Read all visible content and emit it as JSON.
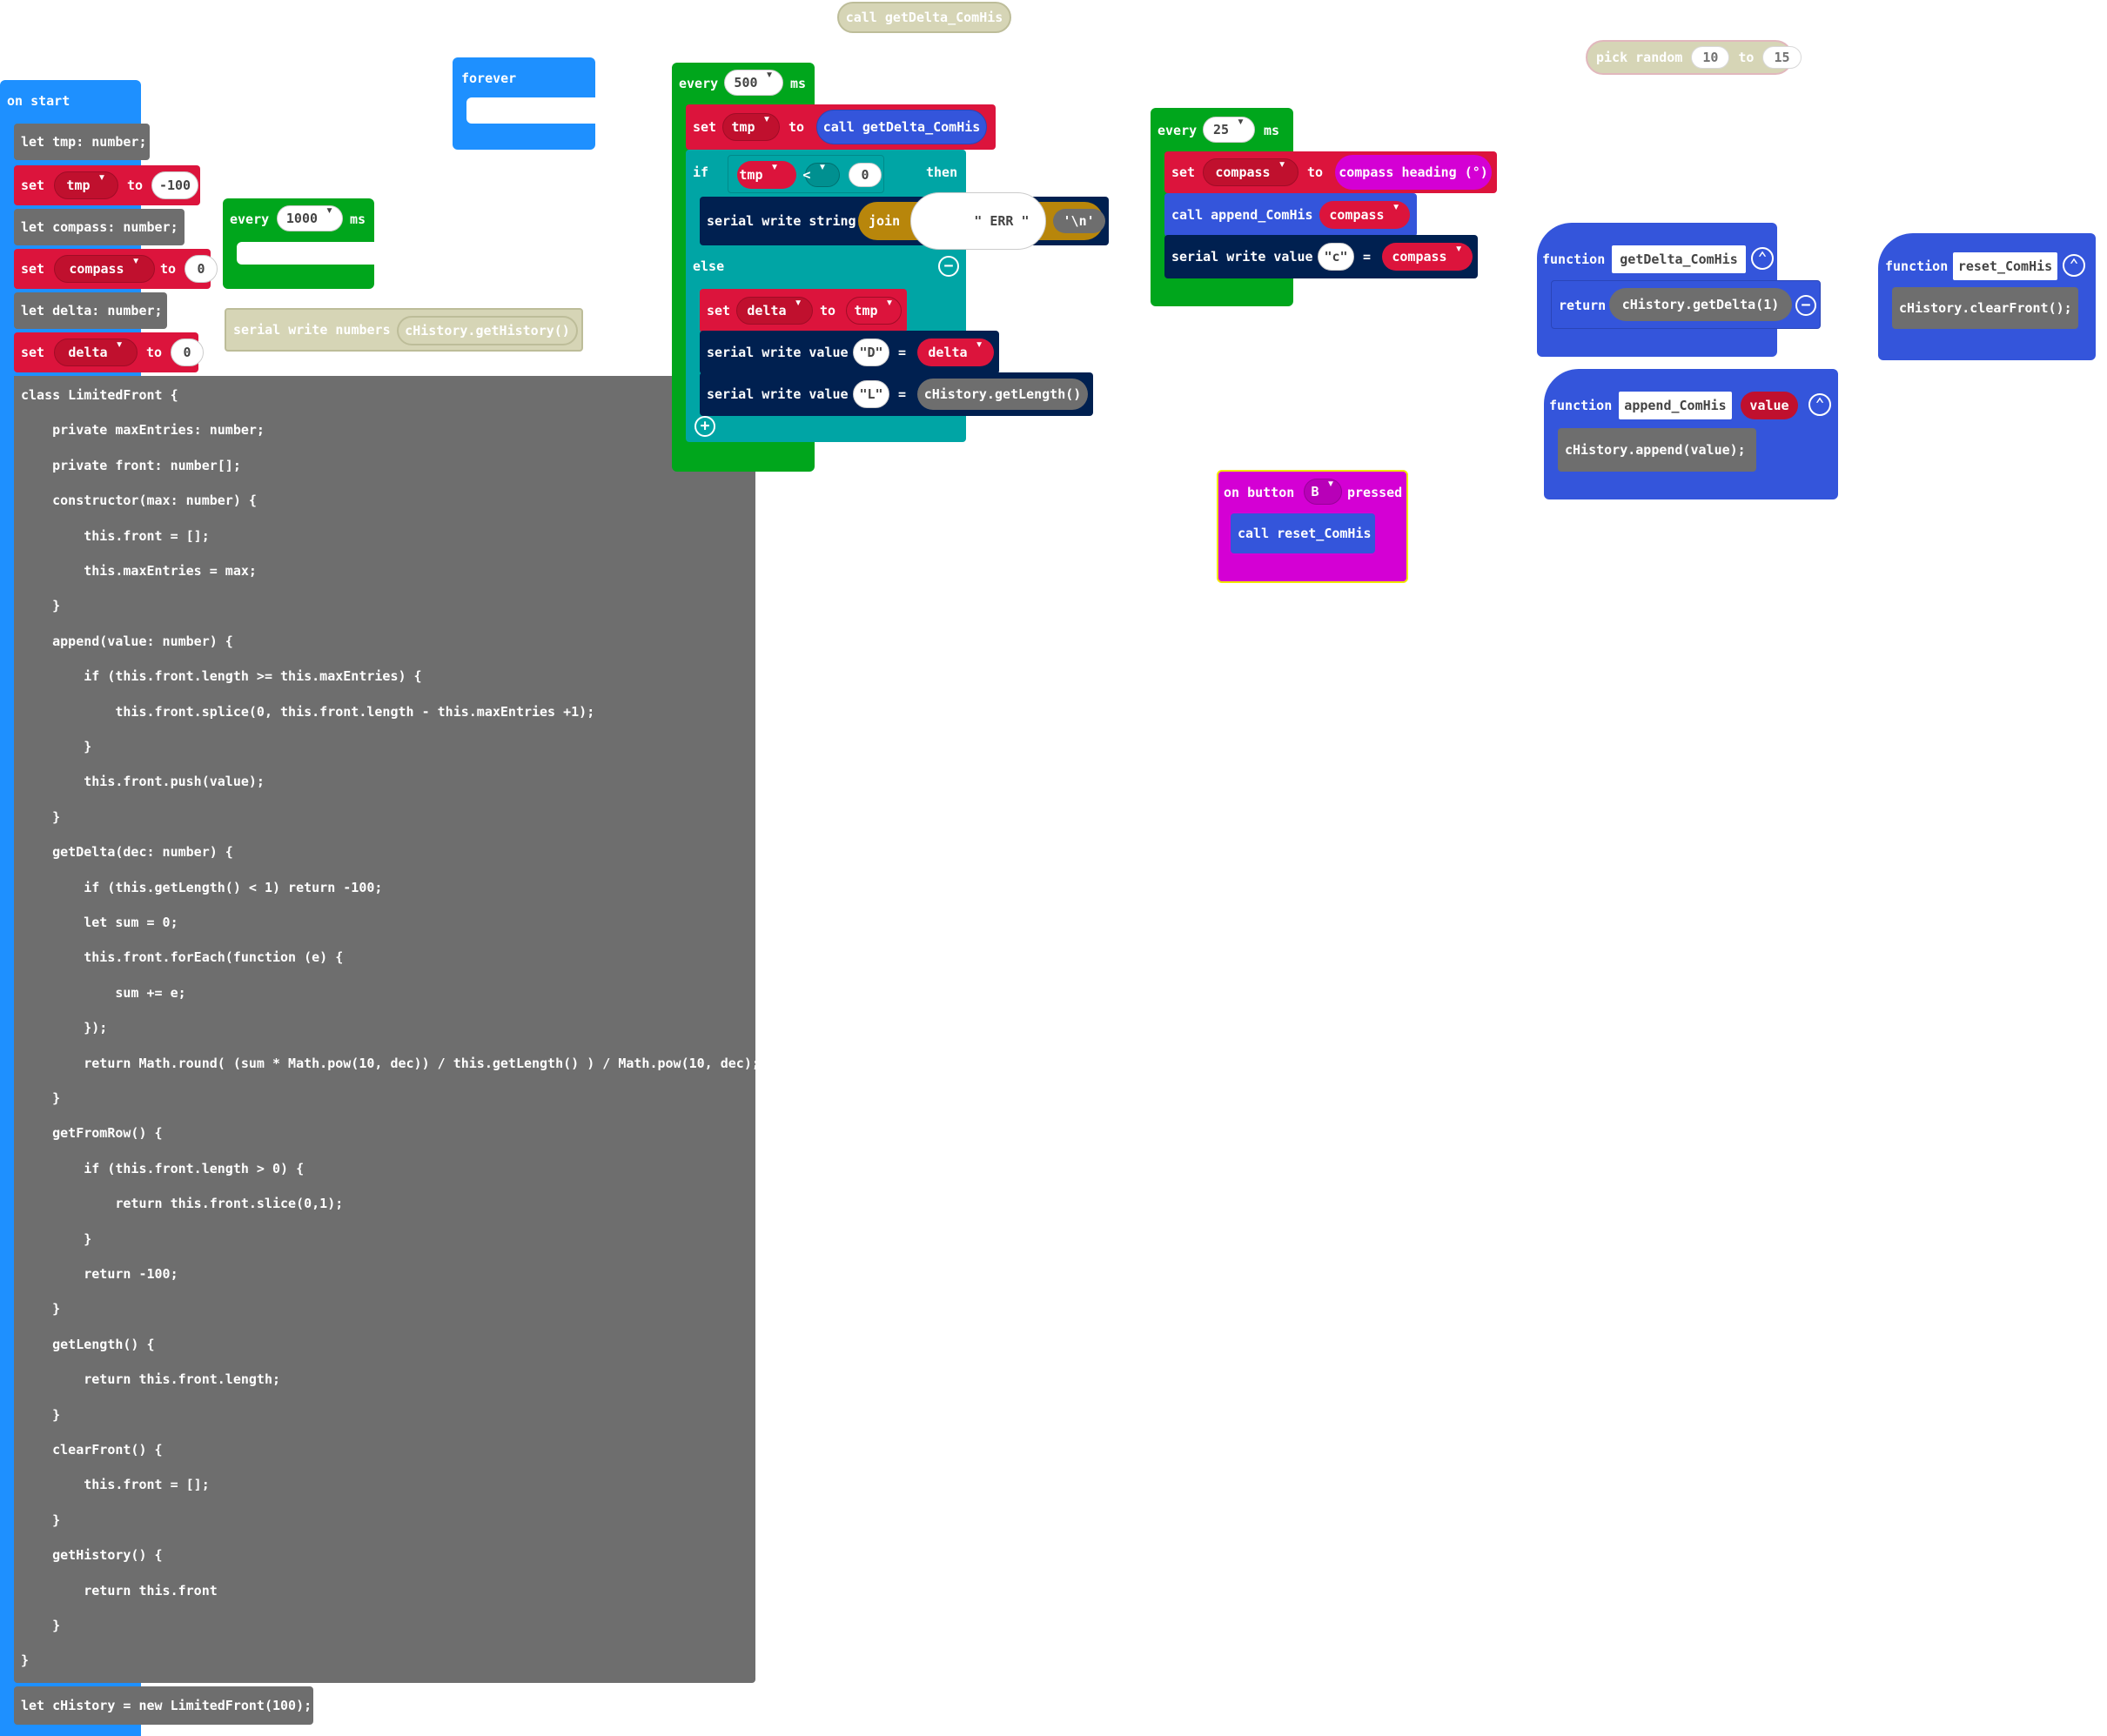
{
  "colors": {
    "events_blue": "#1e90ff",
    "loops_green": "#00a61c",
    "logic_teal": "#00a5a5",
    "variables_red": "#dc143c",
    "serial_navy": "#002050",
    "functions_blue": "#3455db",
    "text_gold": "#b8860b",
    "input_magenta": "#d400d4",
    "code_gray": "#6e6e6e",
    "ghost_olive": "#c9c89e"
  },
  "ghost_call": {
    "label": "call getDelta_ComHis"
  },
  "pick_random": {
    "pick_label": "pick random",
    "from": "10",
    "to_label": "to",
    "to": "15"
  },
  "on_start": {
    "title": "on start",
    "let_tmp": "let tmp: number;",
    "set1": {
      "set": "set",
      "var": "tmp",
      "to": "to",
      "value": "-100"
    },
    "let_compass": "let compass: number;",
    "set2": {
      "set": "set",
      "var": "compass",
      "to": "to",
      "value": "0"
    },
    "let_delta": "let delta: number;",
    "set3": {
      "set": "set",
      "var": "delta",
      "to": "to",
      "value": "0"
    },
    "code_lines": [
      "class LimitedFront {",
      "    private maxEntries: number;",
      "    private front: number[];",
      "    constructor(max: number) {",
      "        this.front = [];",
      "        this.maxEntries = max;",
      "    }",
      "    append(value: number) {",
      "        if (this.front.length >= this.maxEntries) {",
      "            this.front.splice(0, this.front.length - this.maxEntries +1);",
      "        }",
      "        this.front.push(value);",
      "    }",
      "    getDelta(dec: number) {",
      "        if (this.getLength() < 1) return -100;",
      "        let sum = 0;",
      "        this.front.forEach(function (e) {",
      "            sum += e;",
      "        });",
      "        return Math.round( (sum * Math.pow(10, dec)) / this.getLength() ) / Math.pow(10, dec);",
      "    }",
      "    getFromRow() {",
      "        if (this.front.length > 0) {",
      "            return this.front.slice(0,1);",
      "        }",
      "        return -100;",
      "    }",
      "    getLength() {",
      "        return this.front.length;",
      "    }",
      "    clearFront() {",
      "        this.front = [];",
      "    }",
      "    getHistory() {",
      "        return this.front",
      "    }",
      "}"
    ],
    "let_chistory": "let cHistory = new LimitedFront(100);"
  },
  "forever": {
    "title": "forever"
  },
  "every1000": {
    "every": "every",
    "value": "1000",
    "unit": "ms"
  },
  "ghost_serial": {
    "label": "serial write numbers",
    "arg": "cHistory.getHistory()"
  },
  "every500": {
    "every": "every",
    "value": "500",
    "unit": "ms",
    "set_tmp": {
      "set": "set",
      "var": "tmp",
      "to": "to",
      "call": "call getDelta_ComHis"
    },
    "if_label": "if",
    "cond_var": "tmp",
    "cond_op": "<",
    "cond_val": "0",
    "then": "then",
    "serial_string": "serial write string",
    "join": "join",
    "err": "ERR",
    "newline": "'\\n'",
    "else_label": "else",
    "set_delta": {
      "set": "set",
      "var": "delta",
      "to": "to",
      "value": "tmp"
    },
    "serial_value_d": {
      "label": "serial write value",
      "name": "D",
      "eq": "=",
      "value": "delta"
    },
    "serial_value_l": {
      "label": "serial write value",
      "name": "L",
      "eq": "=",
      "value": "cHistory.getLength()"
    }
  },
  "every25": {
    "every": "every",
    "value": "25",
    "unit": "ms",
    "set_compass": {
      "set": "set",
      "var": "compass",
      "to": "to",
      "value": "compass heading (°)"
    },
    "call_append": {
      "call": "call append_ComHis",
      "arg": "compass"
    },
    "serial_value_c": {
      "label": "serial write value",
      "name": "c",
      "eq": "=",
      "value": "compass"
    }
  },
  "on_button": {
    "on": "on button",
    "button": "B",
    "pressed": "pressed",
    "call": "call reset_ComHis"
  },
  "func_getdelta": {
    "function": "function",
    "name": "getDelta_ComHis",
    "return": "return",
    "value": "cHistory.getDelta(1)"
  },
  "func_append": {
    "function": "function",
    "name": "append_ComHis",
    "param": "value",
    "body": "cHistory.append(value);"
  },
  "func_reset": {
    "function": "function",
    "name": "reset_ComHis",
    "body": "cHistory.clearFront();"
  }
}
